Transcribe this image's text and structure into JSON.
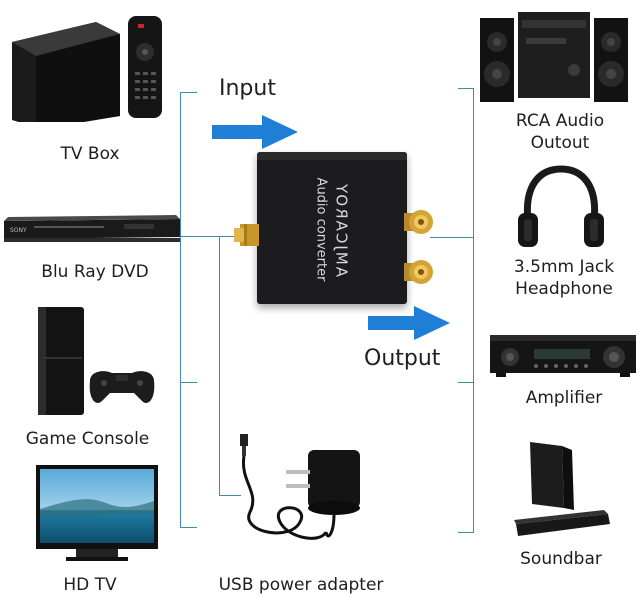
{
  "inputs": [
    {
      "label": "TV Box",
      "icon": "tv-box-icon"
    },
    {
      "label": "Blu Ray DVD",
      "icon": "dvd-player-icon"
    },
    {
      "label": "Game Console",
      "icon": "game-console-icon"
    },
    {
      "label": "HD TV",
      "icon": "hd-tv-icon"
    }
  ],
  "outputs": [
    {
      "label": "RCA Audio\nOutout",
      "icon": "stereo-speakers-icon"
    },
    {
      "label": "3.5mm Jack\nHeadphone",
      "icon": "headphones-icon"
    },
    {
      "label": "Amplifier",
      "icon": "amplifier-icon"
    },
    {
      "label": "Soundbar",
      "icon": "soundbar-icon"
    }
  ],
  "center": {
    "input_label": "Input",
    "output_label": "Output",
    "device_brand": "AMJCAROY",
    "device_name": "Audio converter",
    "power_label": "USB power adapter"
  },
  "colors": {
    "arrow": "#1f7fd6",
    "line": "#3f8ca8",
    "device": "#1c1c1e",
    "gold": "#d4a437"
  }
}
